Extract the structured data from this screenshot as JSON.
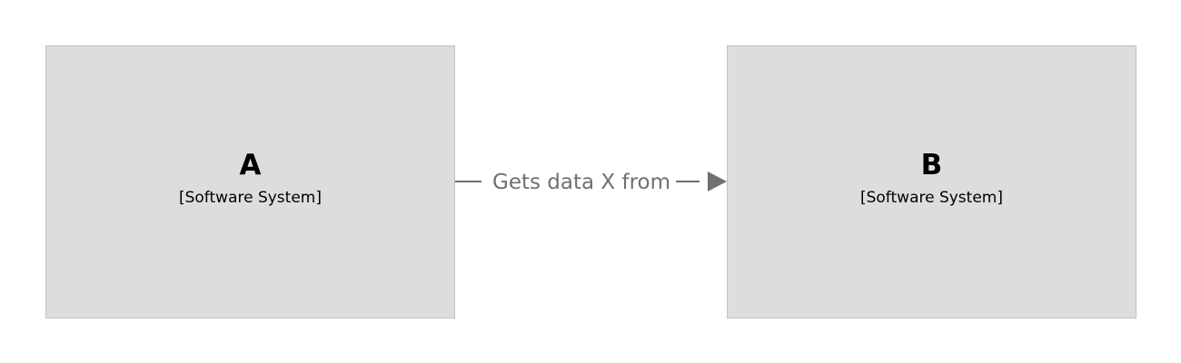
{
  "diagram": {
    "elements": [
      {
        "id": "A",
        "name": "A",
        "type": "[Software System]"
      },
      {
        "id": "B",
        "name": "B",
        "type": "[Software System]"
      }
    ],
    "relationships": [
      {
        "from": "A",
        "to": "B",
        "label": "Gets data X from"
      }
    ]
  },
  "colors": {
    "box_fill": "#dddddd",
    "box_border": "#c2c2c2",
    "text": "#000000",
    "relationship": "#707070",
    "background": "#ffffff"
  }
}
